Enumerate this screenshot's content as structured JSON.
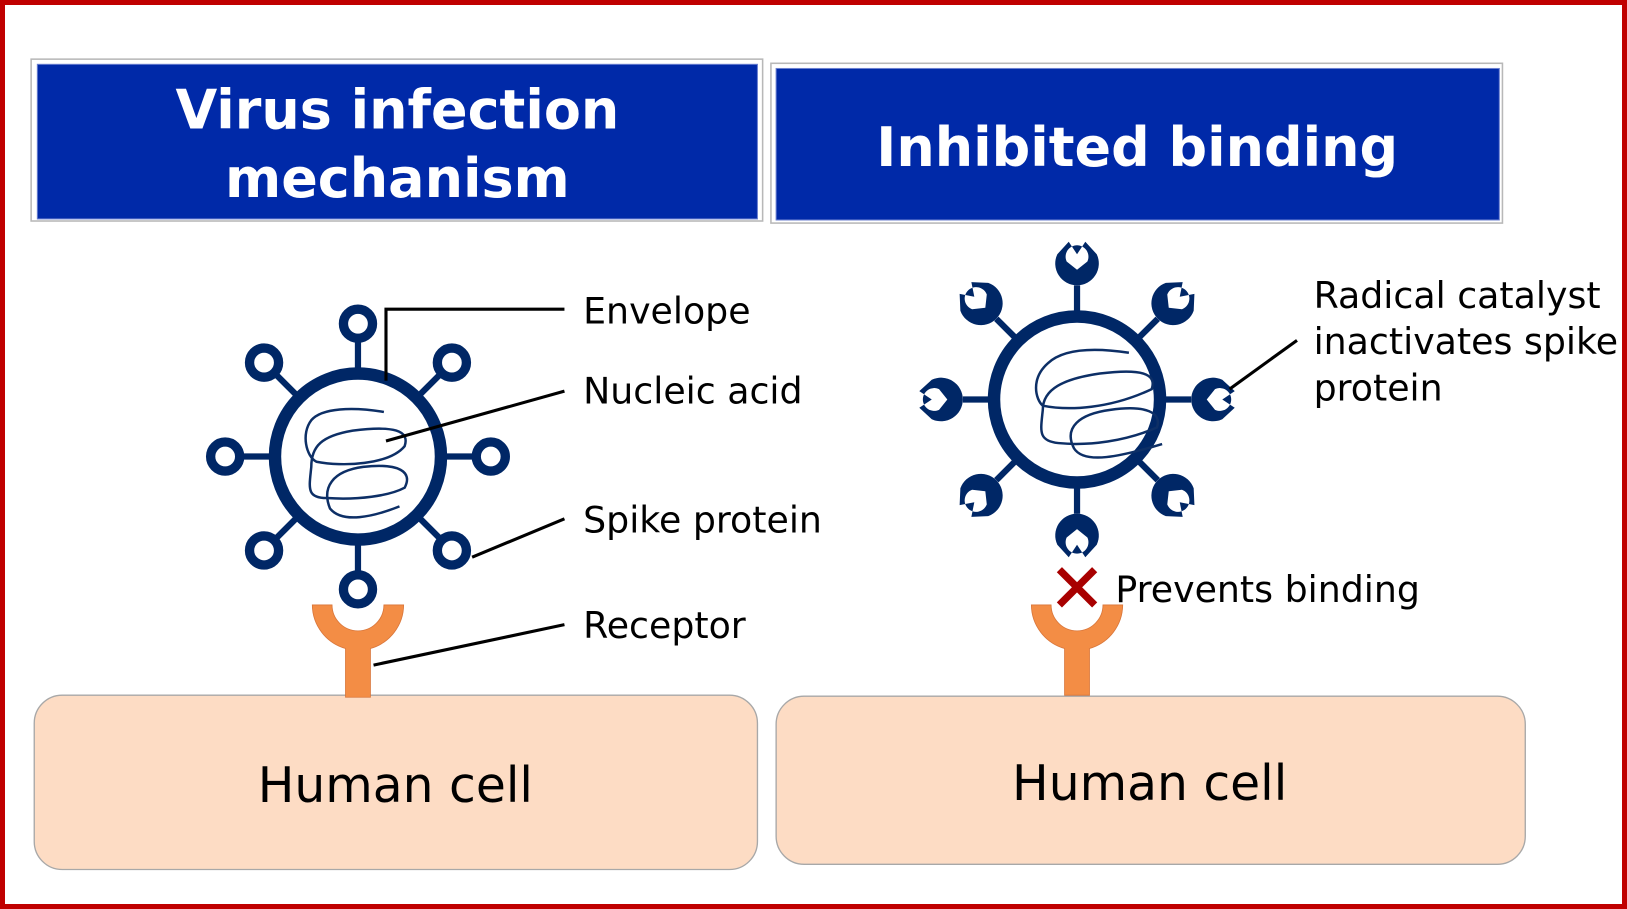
{
  "left_panel": {
    "header_lines": [
      "Virus infection",
      "mechanism"
    ],
    "labels": {
      "envelope": "Envelope",
      "nucleic_acid": "Nucleic acid",
      "spike_protein": "Spike protein",
      "receptor": "Receptor"
    },
    "cell_label": "Human cell"
  },
  "right_panel": {
    "header": "Inhibited binding",
    "catalyst_lines": [
      "Radical catalyst",
      "inactivates spike",
      "protein"
    ],
    "prevents_label": "Prevents binding",
    "cell_label": "Human cell"
  },
  "colors": {
    "frame": "#c00000",
    "header_bg": "#0029a8",
    "virus": "#002766",
    "receptor": "#f38d45",
    "cell": "#fddcc4",
    "cross": "#a80000"
  }
}
